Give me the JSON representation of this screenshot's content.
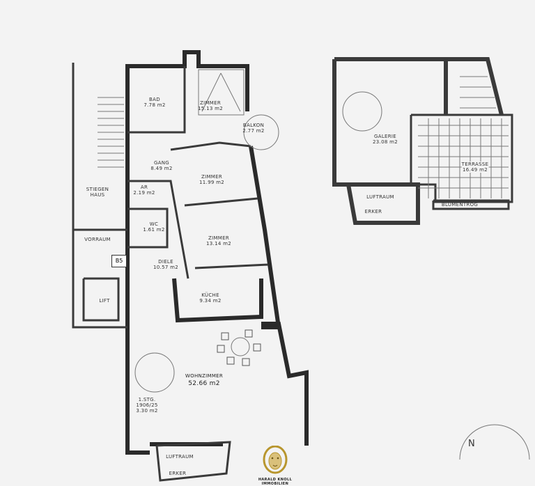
{
  "rooms": {
    "bad": {
      "name": "BAD",
      "area": "7.78 m2"
    },
    "zimmer1": {
      "name": "ZIMMER",
      "area": "15.13 m2"
    },
    "balkon": {
      "name": "BALKON",
      "area": "2.77 m2"
    },
    "gang": {
      "name": "GANG",
      "area": "8.49 m2"
    },
    "zimmer2": {
      "name": "ZIMMER",
      "area": "11.99 m2"
    },
    "stiegenhaus": {
      "name": "STIEGEN",
      "name2": "HAUS"
    },
    "ar": {
      "name": "AR",
      "area": "2.19 m2"
    },
    "wc": {
      "name": "WC",
      "area": "1.61 m2"
    },
    "vorraum": {
      "name": "VORRAUM"
    },
    "zimmer3": {
      "name": "ZIMMER",
      "area": "13.14 m2"
    },
    "diele": {
      "name": "DIELE",
      "area": "10.57 m2"
    },
    "lift": {
      "name": "LIFT"
    },
    "kueche": {
      "name": "KÜCHE",
      "area": "9.34 m2"
    },
    "wohnzimmer": {
      "name": "WOHNZIMMER",
      "area": "52.66 m2"
    },
    "stg": {
      "line1": "1.STG.",
      "line2": "1906/25",
      "line3": "3.30 m2"
    },
    "luftraum_lower": {
      "name": "LUFTRAUM",
      "erker": "ERKER"
    },
    "galerie": {
      "name": "GALERIE",
      "area": "23.08 m2"
    },
    "terrasse": {
      "name": "TERRASSE",
      "area": "16.49 m2"
    },
    "luftraum_upper": {
      "name": "LUFTRAUM",
      "erker": "ERKER"
    },
    "blumentrog": {
      "name": "BLUMENTROG"
    }
  },
  "entrance_label": "B5",
  "compass_label": "N",
  "logo": {
    "line1": "HARALD KNOLL",
    "line2": "IMMOBILIEN",
    "color": "#b8962e"
  }
}
